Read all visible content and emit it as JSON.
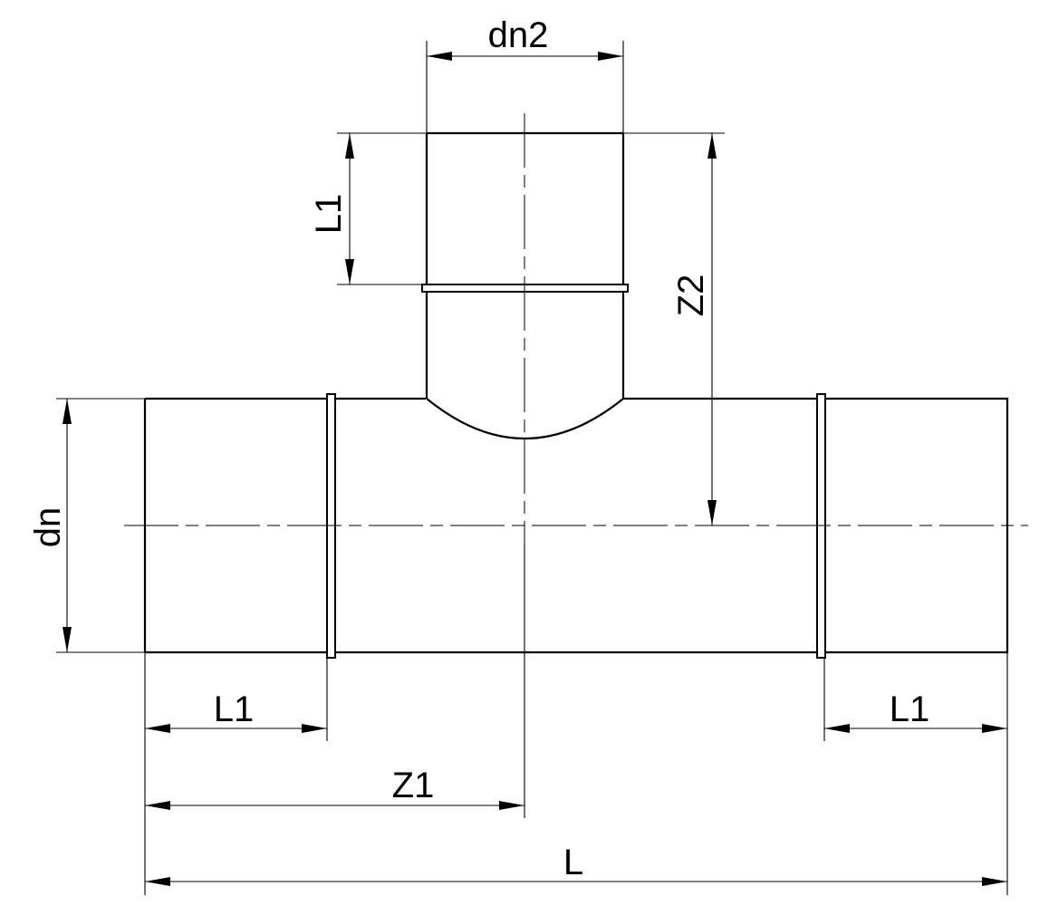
{
  "diagram": {
    "type": "technical drawing",
    "subject": "equal/reducing tee pipe fitting with socket rings",
    "stroke_color": "#000000",
    "background": "#ffffff",
    "dimensions": {
      "dn2": "dn2",
      "l1_branch": "L1",
      "z2": "Z2",
      "dn": "dn",
      "l1_left": "L1",
      "l1_right": "L1",
      "z1": "Z1",
      "l": "L"
    }
  }
}
